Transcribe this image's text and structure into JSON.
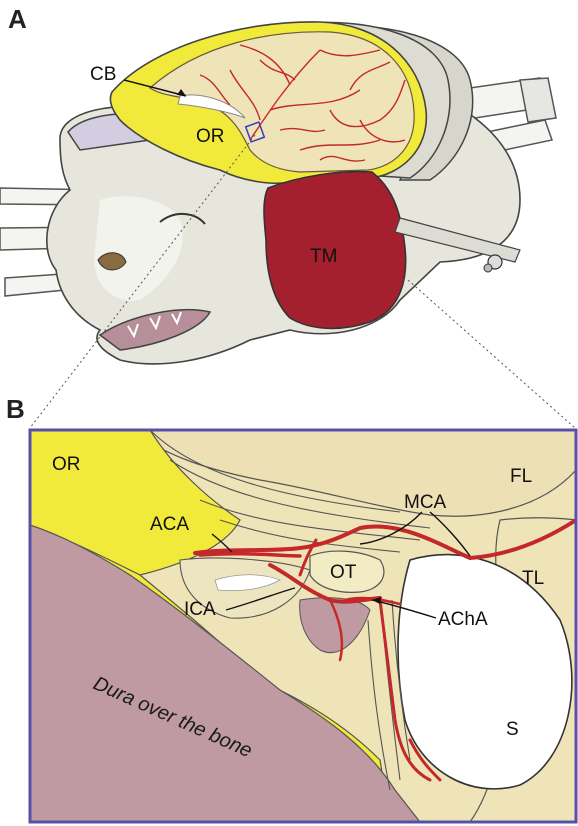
{
  "panel_a": {
    "letter": "A",
    "labels": {
      "cb": "CB",
      "or": "OR",
      "tm": "TM"
    }
  },
  "panel_b": {
    "letter": "B",
    "labels": {
      "or": "OR",
      "fl": "FL",
      "mca": "MCA",
      "aca": "ACA",
      "ot": "OT",
      "tl": "TL",
      "ica": "ICA",
      "acha": "AChA",
      "s": "S",
      "dura": "Dura over the bone"
    }
  },
  "colors": {
    "cortex": "#efe3b8",
    "orbit_yellow": "#f2ea3a",
    "temporal_muscle": "#a4202e",
    "dura": "#bf9aa2",
    "artery": "#c42828",
    "frame_border": "#5a4fa8",
    "skin": "#e8e8dd"
  }
}
